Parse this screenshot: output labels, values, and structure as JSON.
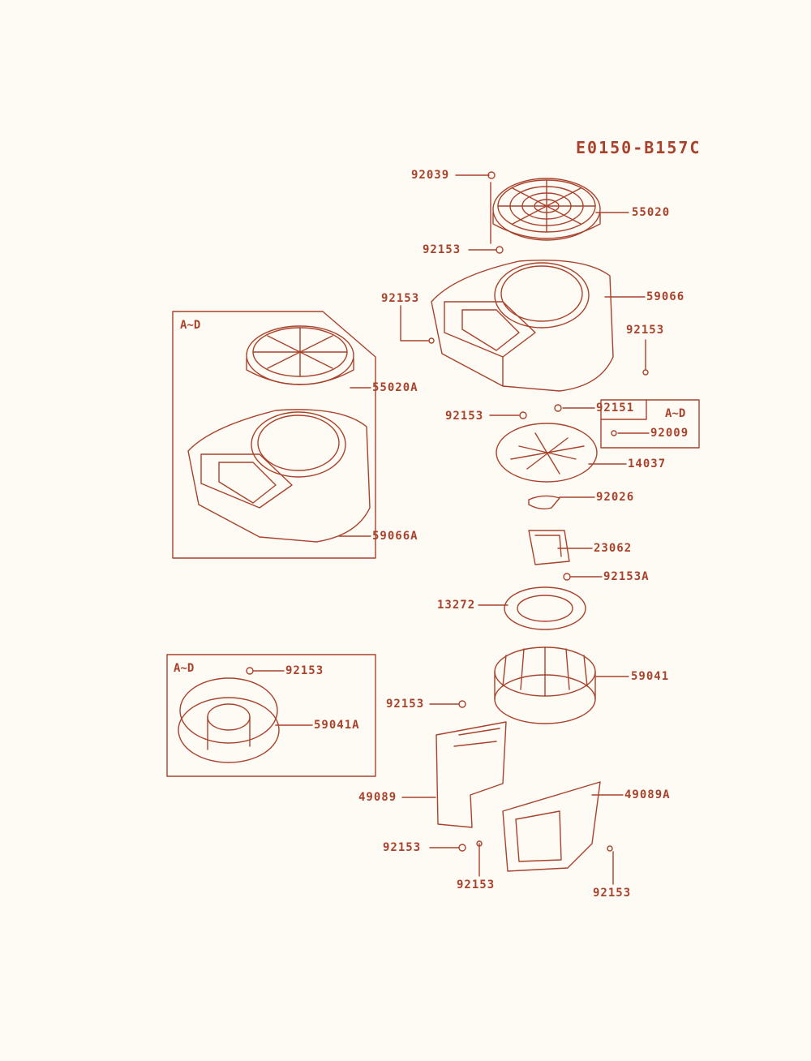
{
  "diagram_code": "E0150-B157C",
  "colors": {
    "line": "#a9422c",
    "background": "#fdfbf4"
  },
  "variant_tag": "A~D",
  "labels": {
    "p92039": "92039",
    "p55020": "55020",
    "p92153_top": "92153",
    "p59066": "59066",
    "p92153_left": "92153",
    "p92153_right": "92153",
    "p92153_mid": "92153",
    "p92151": "92151",
    "p92009": "92009",
    "p14037": "14037",
    "p92026": "92026",
    "p23062": "23062",
    "p92153A": "92153A",
    "p13272": "13272",
    "p59041": "59041",
    "p55020A": "55020A",
    "p59066A": "59066A",
    "p92153_box3": "92153",
    "p59041A": "59041A",
    "p92153_shroud": "92153",
    "p49089": "49089",
    "p49089A": "49089A",
    "p92153_bl": "92153",
    "p92153_bm": "92153",
    "p92153_br": "92153"
  }
}
